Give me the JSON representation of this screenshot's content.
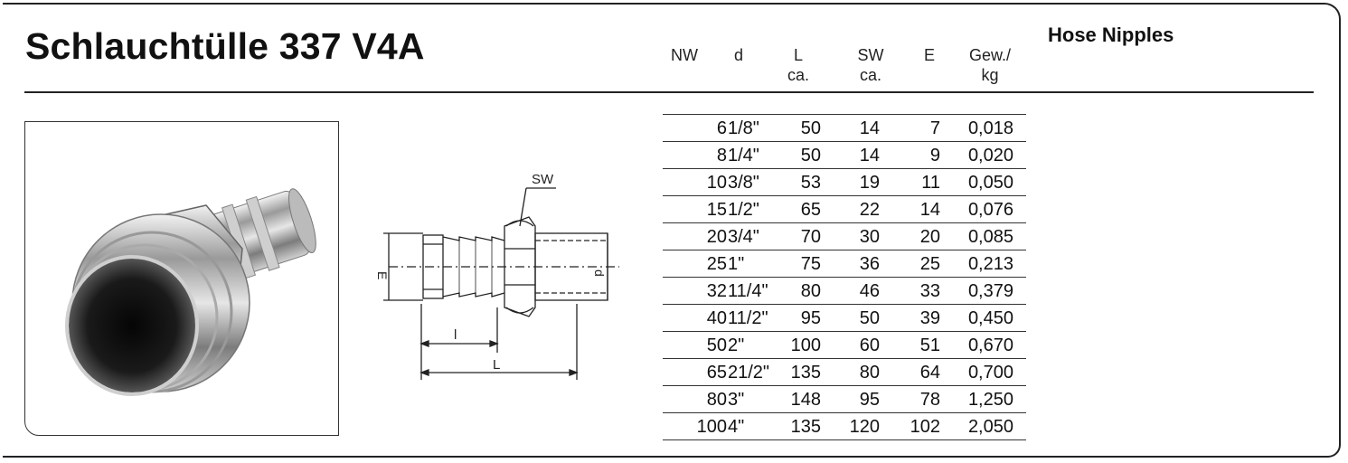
{
  "header": {
    "title": "Schlauchtülle 337 V4A",
    "subtitle": "Hose Nipples"
  },
  "table": {
    "columns": [
      {
        "key": "nw",
        "label": "NW",
        "sub": ""
      },
      {
        "key": "d",
        "label": "d",
        "sub": ""
      },
      {
        "key": "l",
        "label": "L",
        "sub": "ca."
      },
      {
        "key": "sw",
        "label": "SW",
        "sub": "ca."
      },
      {
        "key": "e",
        "label": "E",
        "sub": ""
      },
      {
        "key": "gew",
        "label": "Gew./",
        "sub": "kg"
      }
    ],
    "rows": [
      {
        "nw": "6",
        "d": "1/8\"",
        "l": "50",
        "sw": "14",
        "e": "7",
        "gew": "0,018"
      },
      {
        "nw": "8",
        "d": "1/4\"",
        "l": "50",
        "sw": "14",
        "e": "9",
        "gew": "0,020"
      },
      {
        "nw": "10",
        "d": "3/8\"",
        "l": "53",
        "sw": "19",
        "e": "11",
        "gew": "0,050"
      },
      {
        "nw": "15",
        "d": "1/2\"",
        "l": "65",
        "sw": "22",
        "e": "14",
        "gew": "0,076"
      },
      {
        "nw": "20",
        "d": "3/4\"",
        "l": "70",
        "sw": "30",
        "e": "20",
        "gew": "0,085"
      },
      {
        "nw": "25",
        "d": "1\"",
        "l": "75",
        "sw": "36",
        "e": "25",
        "gew": "0,213"
      },
      {
        "nw": "32",
        "d": "11/4\"",
        "l": "80",
        "sw": "46",
        "e": "33",
        "gew": "0,379"
      },
      {
        "nw": "40",
        "d": "11/2\"",
        "l": "95",
        "sw": "50",
        "e": "39",
        "gew": "0,450"
      },
      {
        "nw": "50",
        "d": "2\"",
        "l": "100",
        "sw": "60",
        "e": "51",
        "gew": "0,670"
      },
      {
        "nw": "65",
        "d": "21/2\"",
        "l": "135",
        "sw": "80",
        "e": "64",
        "gew": "0,700"
      },
      {
        "nw": "80",
        "d": "3\"",
        "l": "148",
        "sw": "95",
        "e": "78",
        "gew": "1,250"
      },
      {
        "nw": "100",
        "d": "4\"",
        "l": "135",
        "sw": "120",
        "e": "102",
        "gew": "2,050"
      }
    ]
  },
  "diagram": {
    "labels": {
      "sw": "SW",
      "e": "E",
      "d": "d",
      "l_small": "l",
      "l_big": "L"
    }
  }
}
